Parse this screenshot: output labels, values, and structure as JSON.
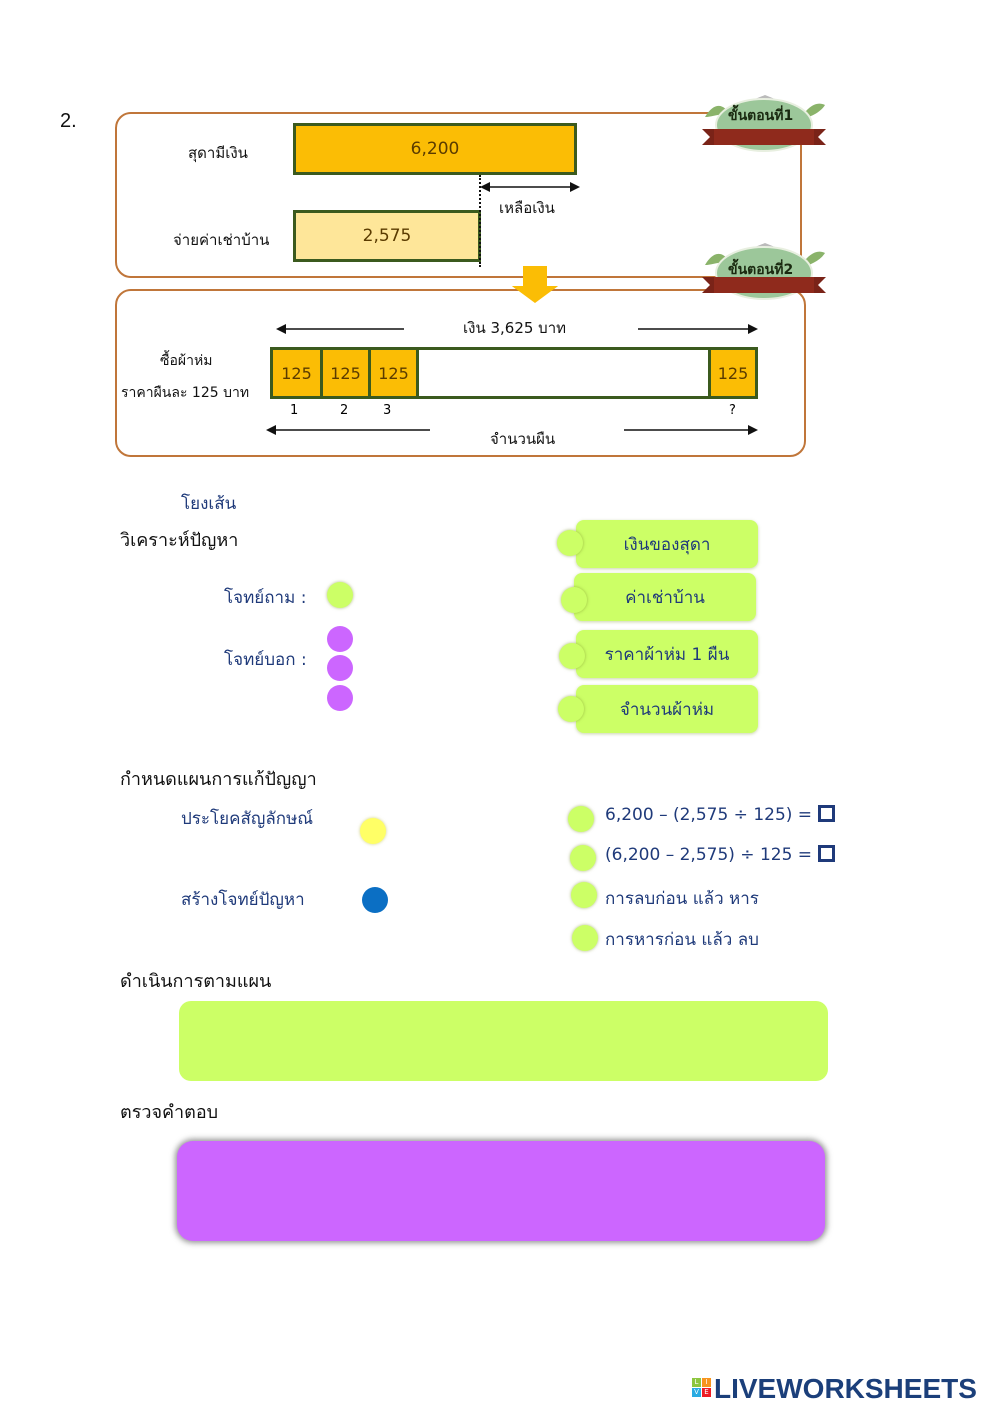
{
  "question_number": "2.",
  "step1": {
    "badge": "ขั้นตอนที่1",
    "row1_label": "สุดามีเงิน",
    "row1_value": "6,200",
    "row2_label": "จ่ายค่าเช่าบ้าน",
    "row2_value": "2,575",
    "remainder_label": "เหลือเงิน"
  },
  "step2": {
    "badge": "ขั้นตอนที่2",
    "total_label": "เงิน 3,625 บาท",
    "left_label_1": "ซื้อผ้าห่ม",
    "left_label_2": "ราคาผืนละ 125 บาท",
    "segments": [
      "125",
      "125",
      "125",
      "125"
    ],
    "indices": [
      "1",
      "2",
      "3",
      "?"
    ],
    "count_label": "จำนวนผืน"
  },
  "instructions": "โยงเส้น",
  "analyze": {
    "title": "วิเคราะห์ปัญหา",
    "asked_label": "โจทย์ถาม :",
    "given_label": "โจทย์บอก :",
    "options": [
      "เงินของสุดา",
      "ค่าเช่าบ้าน",
      "ราคาผ้าห่ม 1 ผืน",
      "จำนวนผ้าห่ม"
    ]
  },
  "plan": {
    "title": "กำหนดแผนการแก้ปัญญา",
    "sentence_label": "ประโยคสัญลักษณ์",
    "create_label": "สร้างโจทย์ปัญหา",
    "options": [
      "6,200 – (2,575 ÷ 125) =",
      "(6,200 – 2,575) ÷ 125 =",
      "การลบก่อน แล้ว หาร",
      "การหารก่อน แล้ว ลบ"
    ]
  },
  "execute": {
    "title": "ดำเนินการตามแผน",
    "answer_value": ""
  },
  "check": {
    "title": "ตรวจคำตอบ",
    "answer_value": ""
  },
  "colors": {
    "panel_border": "#c0763a",
    "bar_dark": "#fbbd05",
    "bar_light": "#fee699",
    "bar_border": "#3b5a1e",
    "lime": "#ccff66",
    "purple": "#cc66ff",
    "yellow": "#ffff66",
    "blue": "#0b6fc4",
    "text_blue": "#1f3a7a"
  },
  "footer": {
    "logo_text": "LIVEWORKSHEETS",
    "logo_letters": [
      "L",
      "I",
      "V",
      "E"
    ]
  }
}
